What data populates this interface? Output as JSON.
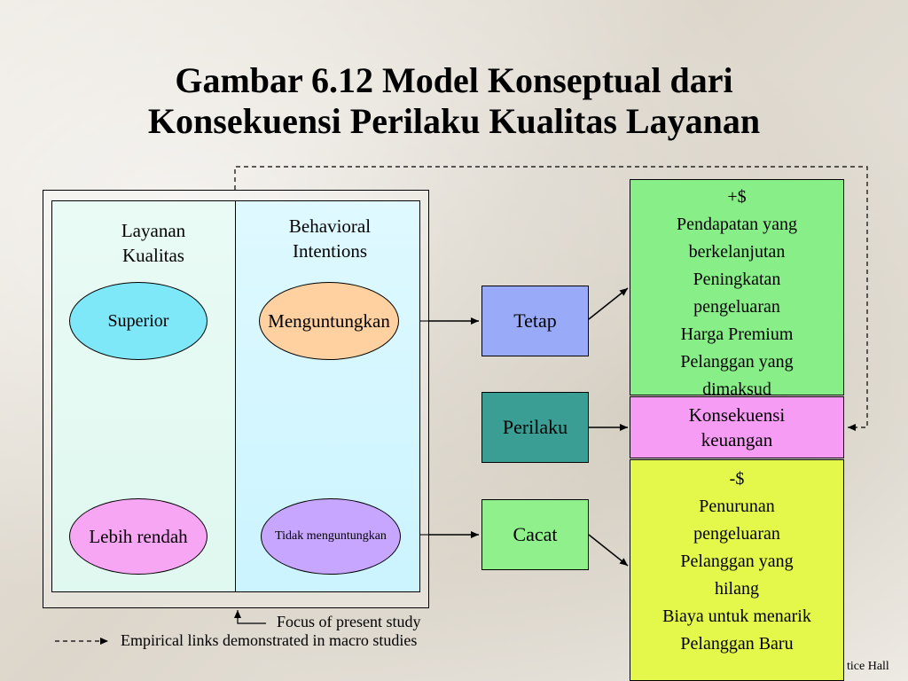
{
  "title": {
    "line1": "Gambar 6.12 Model Konseptual dari",
    "line2": "Konsekuensi Perilaku Kualitas Layanan"
  },
  "columns": {
    "left_line1": "Layanan",
    "left_line2": "Kualitas",
    "right_line1": "Behavioral",
    "right_line2": "Intentions"
  },
  "nodes": {
    "superior": "Superior",
    "lebih_rendah": "Lebih rendah",
    "menguntungkan": "Menguntungkan",
    "tidak_menguntungkan": "Tidak menguntungkan",
    "tetap": "Tetap",
    "perilaku": "Perilaku",
    "cacat": "Cacat"
  },
  "results": {
    "positive": [
      "+$",
      "Pendapatan yang",
      "berkelanjutan",
      "Peningkatan",
      "pengeluaran",
      "Harga Premium",
      "Pelanggan yang",
      "dimaksud"
    ],
    "financial": [
      "Konsekuensi",
      "keuangan"
    ],
    "negative": [
      "-$",
      "Penurunan",
      "pengeluaran",
      "Pelanggan yang",
      "hilang",
      "Biaya untuk menarik",
      "Pelanggan Baru"
    ]
  },
  "legend": {
    "focus": "Focus of present study",
    "empirical": "Empirical links demonstrated in macro studies"
  },
  "footer": "tice Hall",
  "colors": {
    "superior": "#7fe8f8",
    "lebih_rendah": "#f7a6f4",
    "menguntungkan": "#ffd0a0",
    "tidak_menguntungkan": "#c7a6ff",
    "tetap": "#99aaf8",
    "perilaku": "#3a9e94",
    "cacat": "#8ff08c",
    "positive": "#88ee88",
    "financial": "#f79cf4",
    "negative": "#e4f84c"
  }
}
